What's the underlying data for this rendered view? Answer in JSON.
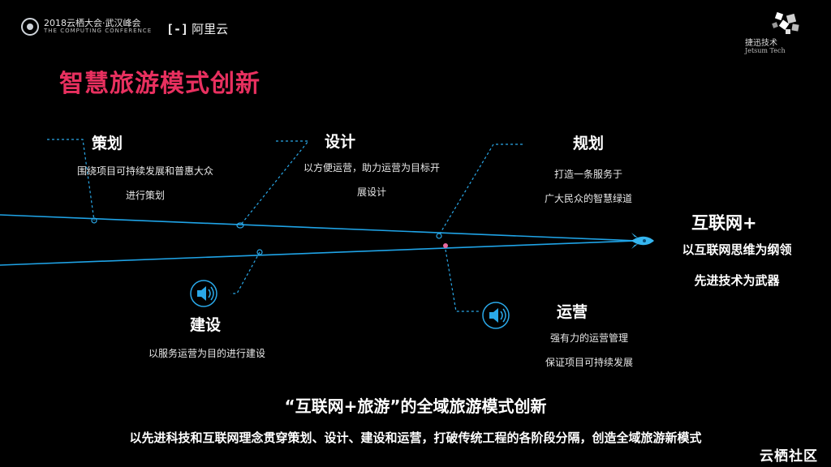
{
  "header": {
    "conference_title": "2018云栖大会·武汉峰会",
    "conference_subtitle": "THE COMPUTING CONFERENCE",
    "aliyun_bracket": "[-]",
    "aliyun_name": "阿里云",
    "jetsum_cn": "捷迅技术",
    "jetsum_en": "Jetsum Tech"
  },
  "page_title": "智慧旅游模式创新",
  "stages": {
    "planning": {
      "title": "策划",
      "lines": [
        "围绕项目可持续发展和普惠大众",
        "进行策划"
      ]
    },
    "design": {
      "title": "设计",
      "lines": [
        "以方便运营，助力运营为目标开",
        "展设计"
      ]
    },
    "layout": {
      "title": "规划",
      "lines": [
        "打造一条服务于",
        "广大民众的智慧绿道"
      ]
    },
    "construction": {
      "title": "建设",
      "lines": [
        "以服务运营为目的进行建设"
      ]
    },
    "operation": {
      "title": "运营",
      "lines": [
        "强有力的运营管理",
        "保证项目可持续发展"
      ]
    }
  },
  "internet_plus": {
    "title": "互联网+",
    "lines": [
      "以互联网思维为纲领",
      "先进技术为武器"
    ]
  },
  "subtitle": "“互联网+旅游”的全域旅游模式创新",
  "footer": "以先进科技和互联网理念贯穿策划、设计、建设和运营，打破传统工程的各阶段分隔，创造全域旅游新模式",
  "brand": "云栖社区",
  "colors": {
    "accent": "#e8305f",
    "line": "#1fa3e6",
    "dashed": "#2aa8e8"
  },
  "icons": [
    "speaker-icon",
    "rocket-icon"
  ]
}
